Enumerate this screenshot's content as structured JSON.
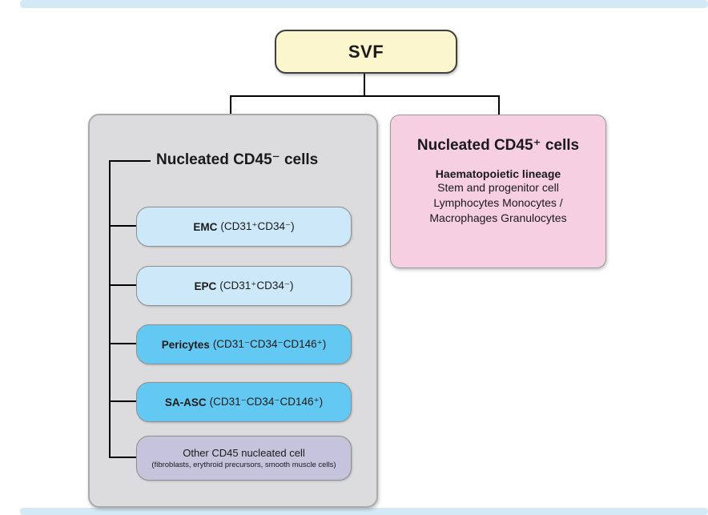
{
  "page": {
    "top_strip_color": "#d3e9f6",
    "bottom_strip_color": "#d3e9f6"
  },
  "colors": {
    "svf_fill": "#fbf6cd",
    "left_panel_fill": "#dcdcde",
    "right_panel_fill": "#f6cfe1",
    "light_blue_fill": "#cde9f9",
    "mid_blue_fill": "#63c9f2",
    "lavender_fill": "#c6c3dd"
  },
  "diagram": {
    "root": {
      "label": "SVF"
    },
    "left_panel": {
      "heading": "Nucleated CD45⁻ cells",
      "items": [
        {
          "name": "EMC",
          "markers": "(CD31⁺CD34⁻)"
        },
        {
          "name": "EPC",
          "markers": "(CD31⁺CD34⁻)"
        },
        {
          "name": "Pericytes",
          "markers": "(CD31⁻CD34⁻CD146⁺)"
        },
        {
          "name": "SA-ASC",
          "markers": "(CD31⁻CD34⁻CD146⁺)"
        }
      ],
      "other": {
        "title": "Other CD45 nucleated cell",
        "subtitle": "(fibroblasts, erythroid precursors, smooth muscle cells)"
      }
    },
    "right_panel": {
      "heading": "Nucleated CD45⁺ cells",
      "lineage_title": "Haematopoietic lineage",
      "lines": [
        "Stem and progenitor cell",
        "Lymphocytes Monocytes /",
        "Macrophages Granulocytes"
      ]
    }
  }
}
